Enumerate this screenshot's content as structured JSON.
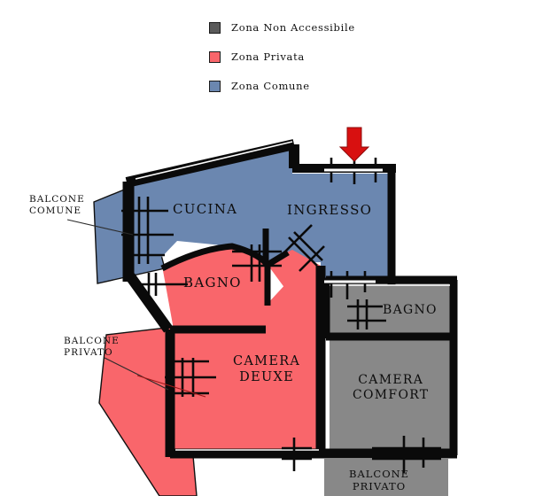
{
  "legend": {
    "items": [
      {
        "label": "Zona Non Accessibile",
        "color": "#5a5a5a",
        "key": "non-accessibile"
      },
      {
        "label": "Zona Privata",
        "color": "#f9666b",
        "key": "privata"
      },
      {
        "label": "Zona Comune",
        "color": "#6b87b0",
        "key": "comune"
      }
    ]
  },
  "plan": {
    "entrance_marker": {
      "name": "entrance-arrow",
      "color": "#d81010",
      "direction": "down"
    },
    "colors": {
      "zona_comune": "#6b87b0",
      "zona_privata": "#f9666b",
      "zona_non_accessibile": "#888888",
      "wall": "#0a0a0a",
      "outline": "#0a0a0a"
    },
    "rooms": [
      {
        "key": "cucina",
        "label": "CUCINA",
        "zone": "comune"
      },
      {
        "key": "ingresso",
        "label": "INGRESSO",
        "zone": "comune"
      },
      {
        "key": "bagno-privato",
        "label": "BAGNO",
        "zone": "privata"
      },
      {
        "key": "bagno-comfort",
        "label": "BAGNO",
        "zone": "non-accessibile"
      },
      {
        "key": "camera-deuxe",
        "label": "CAMERA\nDEUXE",
        "zone": "privata"
      },
      {
        "key": "camera-comfort",
        "label": "CAMERA\nCOMFORT",
        "zone": "non-accessibile"
      },
      {
        "key": "balcone-bottom",
        "label": "BALCONE\nPRIVATO",
        "zone": "non-accessibile"
      }
    ],
    "room_label_lines": {
      "cucina": "CUCINA",
      "ingresso": "INGRESSO",
      "bagno_privato": "BAGNO",
      "bagno_comfort": "BAGNO",
      "camera_deuxe_line1": "CAMERA",
      "camera_deuxe_line2": "DEUXE",
      "camera_comfort_line1": "CAMERA",
      "camera_comfort_line2": "COMFORT",
      "balcone_bottom_line1": "BALCONE",
      "balcone_bottom_line2": "PRIVATO"
    },
    "callouts": [
      {
        "key": "balcone-comune",
        "line1": "BALCONE",
        "line2": "COMUNE"
      },
      {
        "key": "balcone-privato",
        "line1": "BALCONE",
        "line2": "PRIVATO"
      }
    ],
    "callout_lines": {
      "balcone_comune_line1": "BALCONE",
      "balcone_comune_line2": "COMUNE",
      "balcone_privato_line1": "BALCONE",
      "balcone_privato_line2": "PRIVATO"
    }
  }
}
